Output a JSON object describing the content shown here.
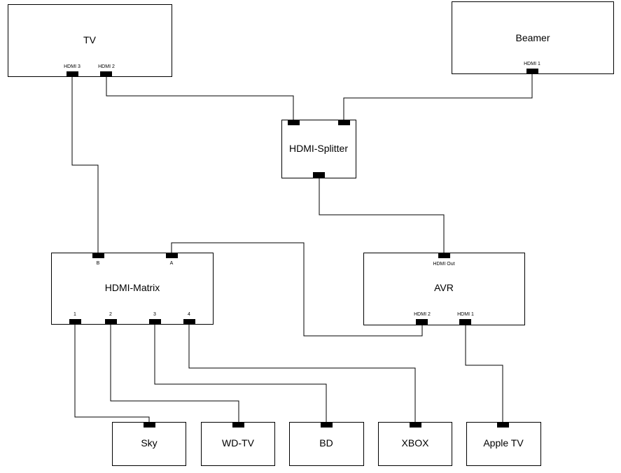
{
  "devices": {
    "tv": "TV",
    "beamer": "Beamer",
    "splitter": "HDMI-Splitter",
    "matrix": "HDMI-Matrix",
    "avr": "AVR",
    "sky": "Sky",
    "wdtv": "WD-TV",
    "bd": "BD",
    "xbox": "XBOX",
    "appletv": "Apple TV"
  },
  "ports": {
    "tv_hdmi3": "HDMI 3",
    "tv_hdmi2": "HDMI 2",
    "beamer_hdmi1": "HDMI 1",
    "matrix_b": "B",
    "matrix_a": "A",
    "matrix_1": "1",
    "matrix_2": "2",
    "matrix_3": "3",
    "matrix_4": "4",
    "avr_out": "HDMI Out",
    "avr_hdmi2": "HDMI 2",
    "avr_hdmi1": "HDMI 1"
  }
}
